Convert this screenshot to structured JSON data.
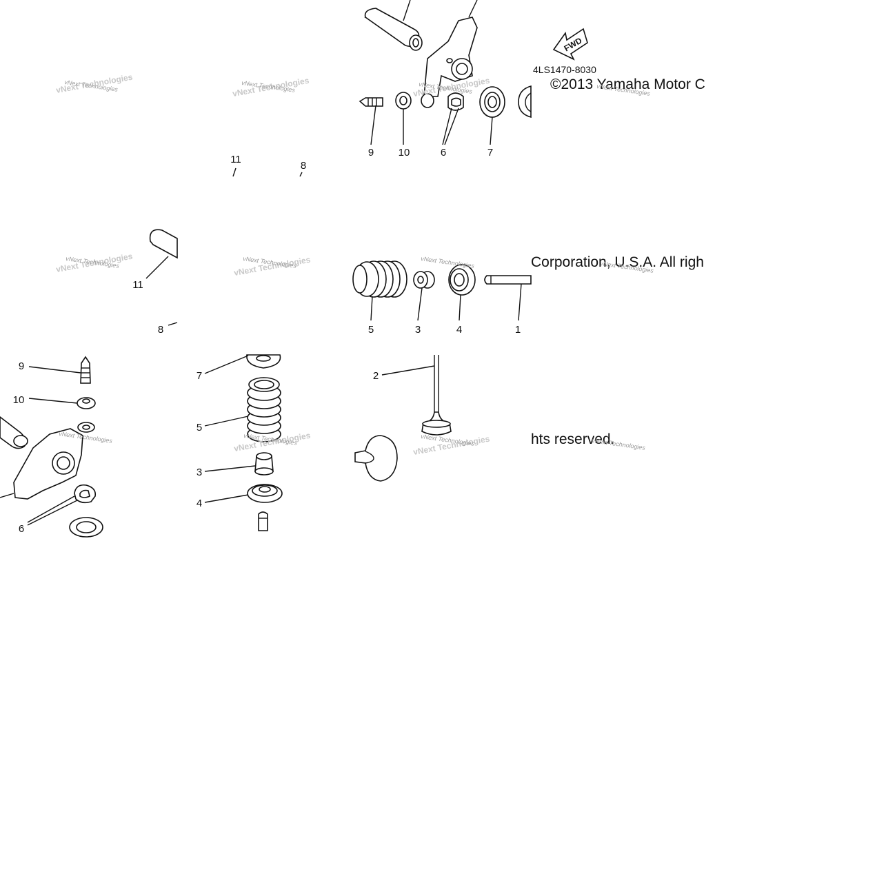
{
  "diagram": {
    "code": "4LS1470-8030",
    "fwd_label": "FWD",
    "copyright": {
      "part1": "©2013 Yamaha Motor C",
      "part2": "Corporation, U.S.A. All righ",
      "part3": "hts reserved."
    },
    "watermark": "vNext Technologies",
    "tiles": {
      "top_right": {
        "labels": [
          "9",
          "10",
          "6",
          "7"
        ]
      },
      "top_mid": {
        "labels": [
          "11",
          "8"
        ]
      },
      "mid_left": {
        "labels": [
          "11",
          "8"
        ]
      },
      "mid_right": {
        "labels": [
          "5",
          "3",
          "4",
          "1"
        ]
      },
      "bottom_left": {
        "labels": [
          "9",
          "10",
          "6"
        ]
      },
      "bottom_mid": {
        "labels": [
          "7",
          "5",
          "3",
          "4"
        ]
      },
      "bottom_right": {
        "labels": [
          "2"
        ]
      }
    }
  }
}
